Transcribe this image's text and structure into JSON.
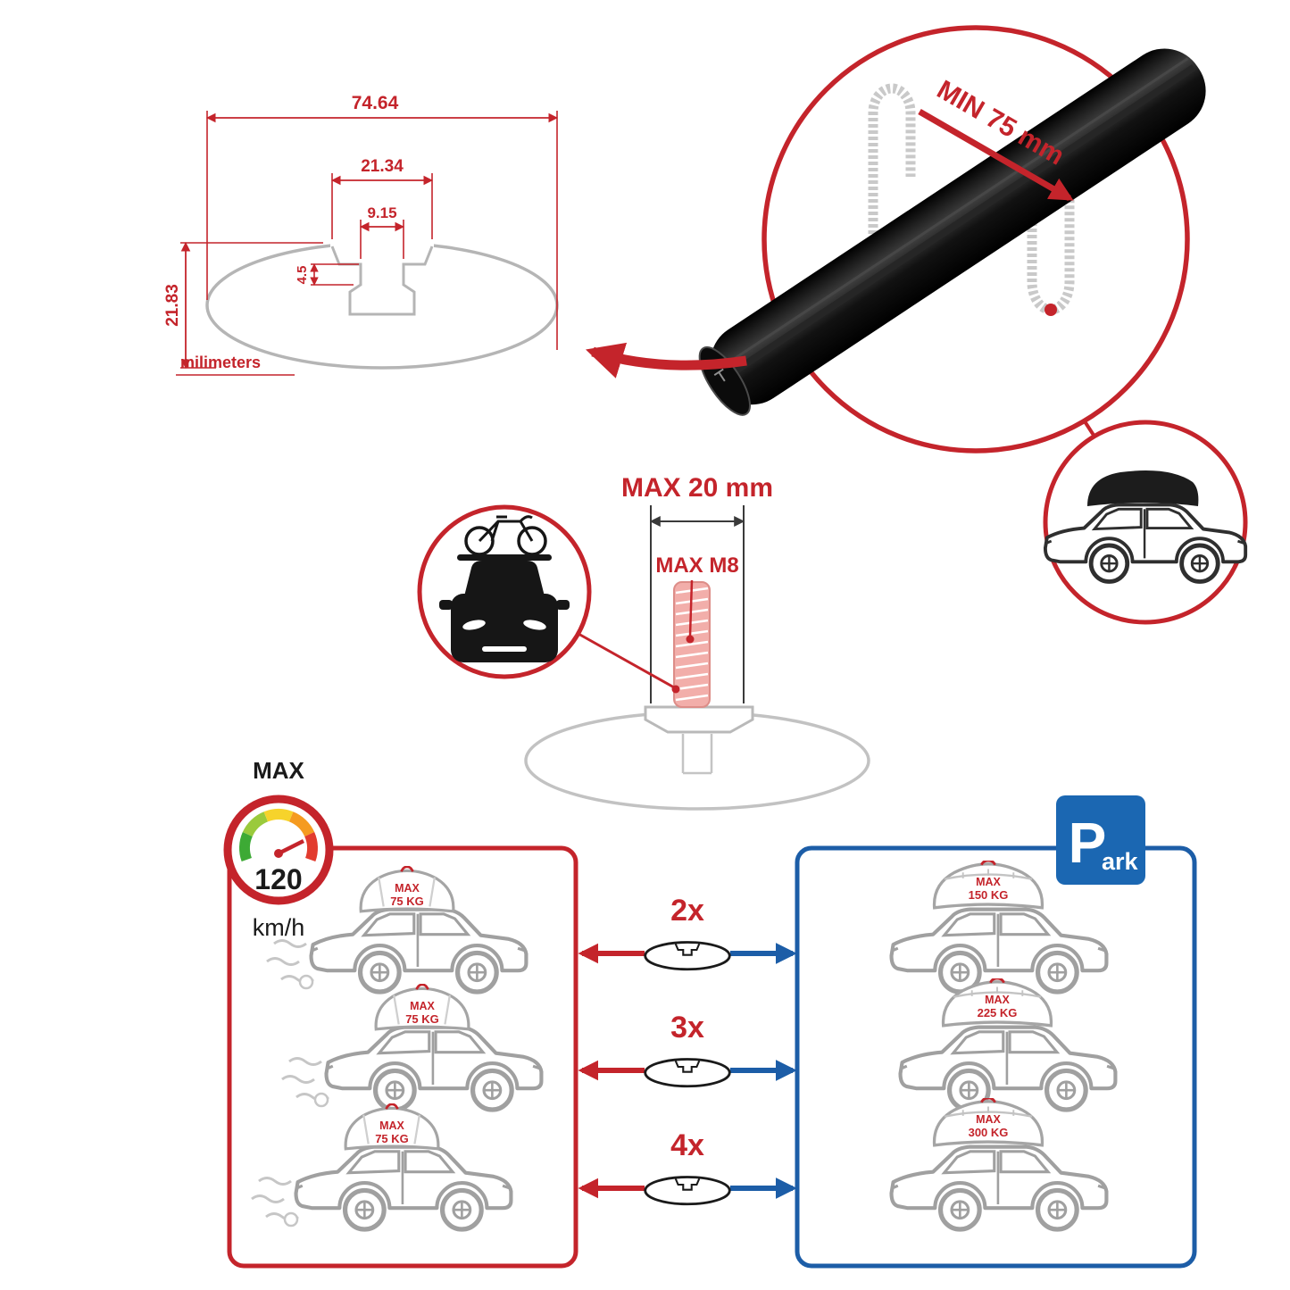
{
  "colors": {
    "red": "#c4242b",
    "blue": "#1c5da7",
    "bar_black": "#0b0b0b",
    "outline_gray": "#9b9b9b"
  },
  "profile_dims": {
    "total_width": "74.64",
    "opening_width": "21.34",
    "mouth_width": "9.15",
    "lip_depth": "4.5",
    "height": "21.83",
    "units": "milimeters"
  },
  "bar_callout": {
    "min_clamp": "MIN 75 mm"
  },
  "bolt_callout": {
    "max_length": "MAX 20 mm",
    "max_thread": "MAX M8"
  },
  "speed_limit": {
    "label": "MAX",
    "value": "120",
    "unit": "km/h"
  },
  "driving_panel": {
    "cars": [
      {
        "load_label": "MAX",
        "load_value": "75 KG"
      },
      {
        "load_label": "MAX",
        "load_value": "75 KG"
      },
      {
        "load_label": "MAX",
        "load_value": "75 KG"
      }
    ]
  },
  "bar_counts": [
    "2x",
    "3x",
    "4x"
  ],
  "parking_panel": {
    "sign_letter": "P",
    "sign_suffix": "ark",
    "cars": [
      {
        "load_label": "MAX",
        "load_value": "150 KG"
      },
      {
        "load_label": "MAX",
        "load_value": "225 KG"
      },
      {
        "load_label": "MAX",
        "load_value": "300 KG"
      }
    ]
  }
}
